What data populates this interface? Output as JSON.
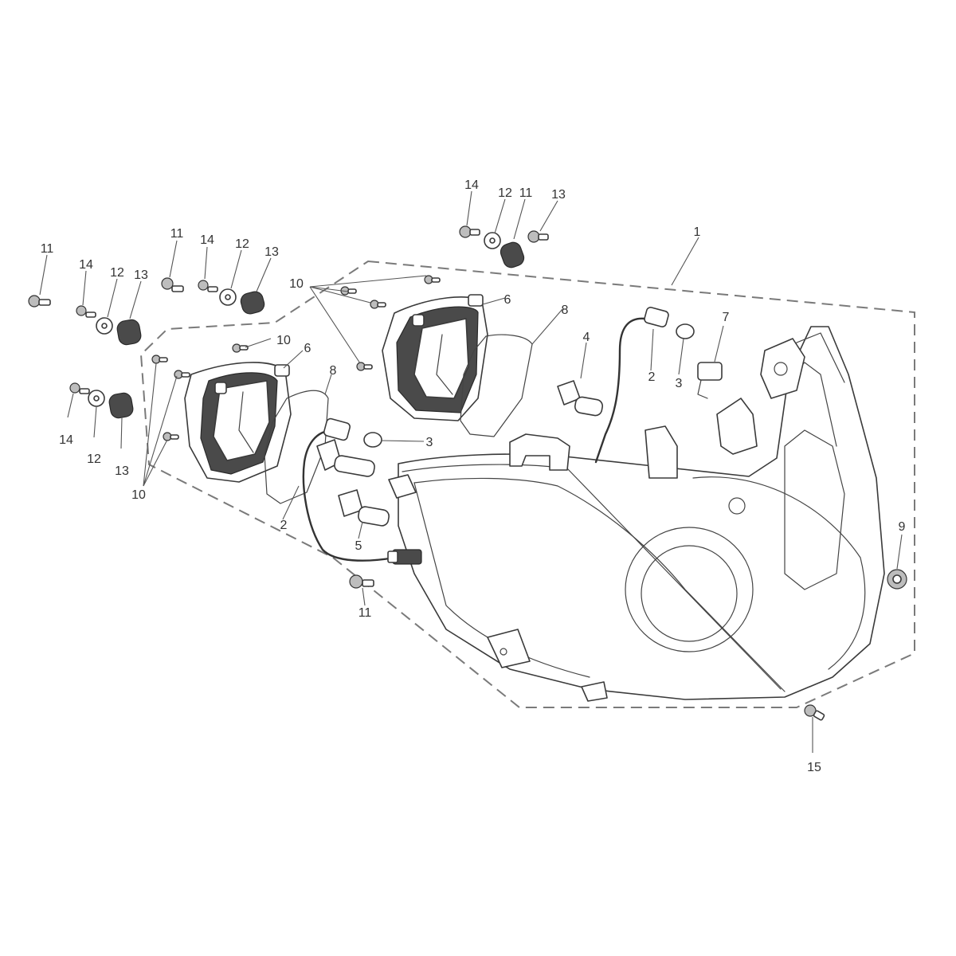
{
  "diagram": {
    "callouts": {
      "c1": "1",
      "c2a": "2",
      "c2b": "2",
      "c3a": "3",
      "c3b": "3",
      "c4": "4",
      "c5": "5",
      "c6a": "6",
      "c6b": "6",
      "c7": "7",
      "c8a": "8",
      "c8b": "8",
      "c9": "9",
      "c10a": "10",
      "c10b": "10",
      "c10c": "10",
      "c11a": "11",
      "c11b": "11",
      "c11c": "11",
      "c11d": "11",
      "c12a": "12",
      "c12b": "12",
      "c12c": "12",
      "c12d": "12",
      "c13a": "13",
      "c13b": "13",
      "c13c": "13",
      "c13d": "13",
      "c14a": "14",
      "c14b": "14",
      "c14c": "14",
      "c14d": "14",
      "c15": "15"
    }
  }
}
